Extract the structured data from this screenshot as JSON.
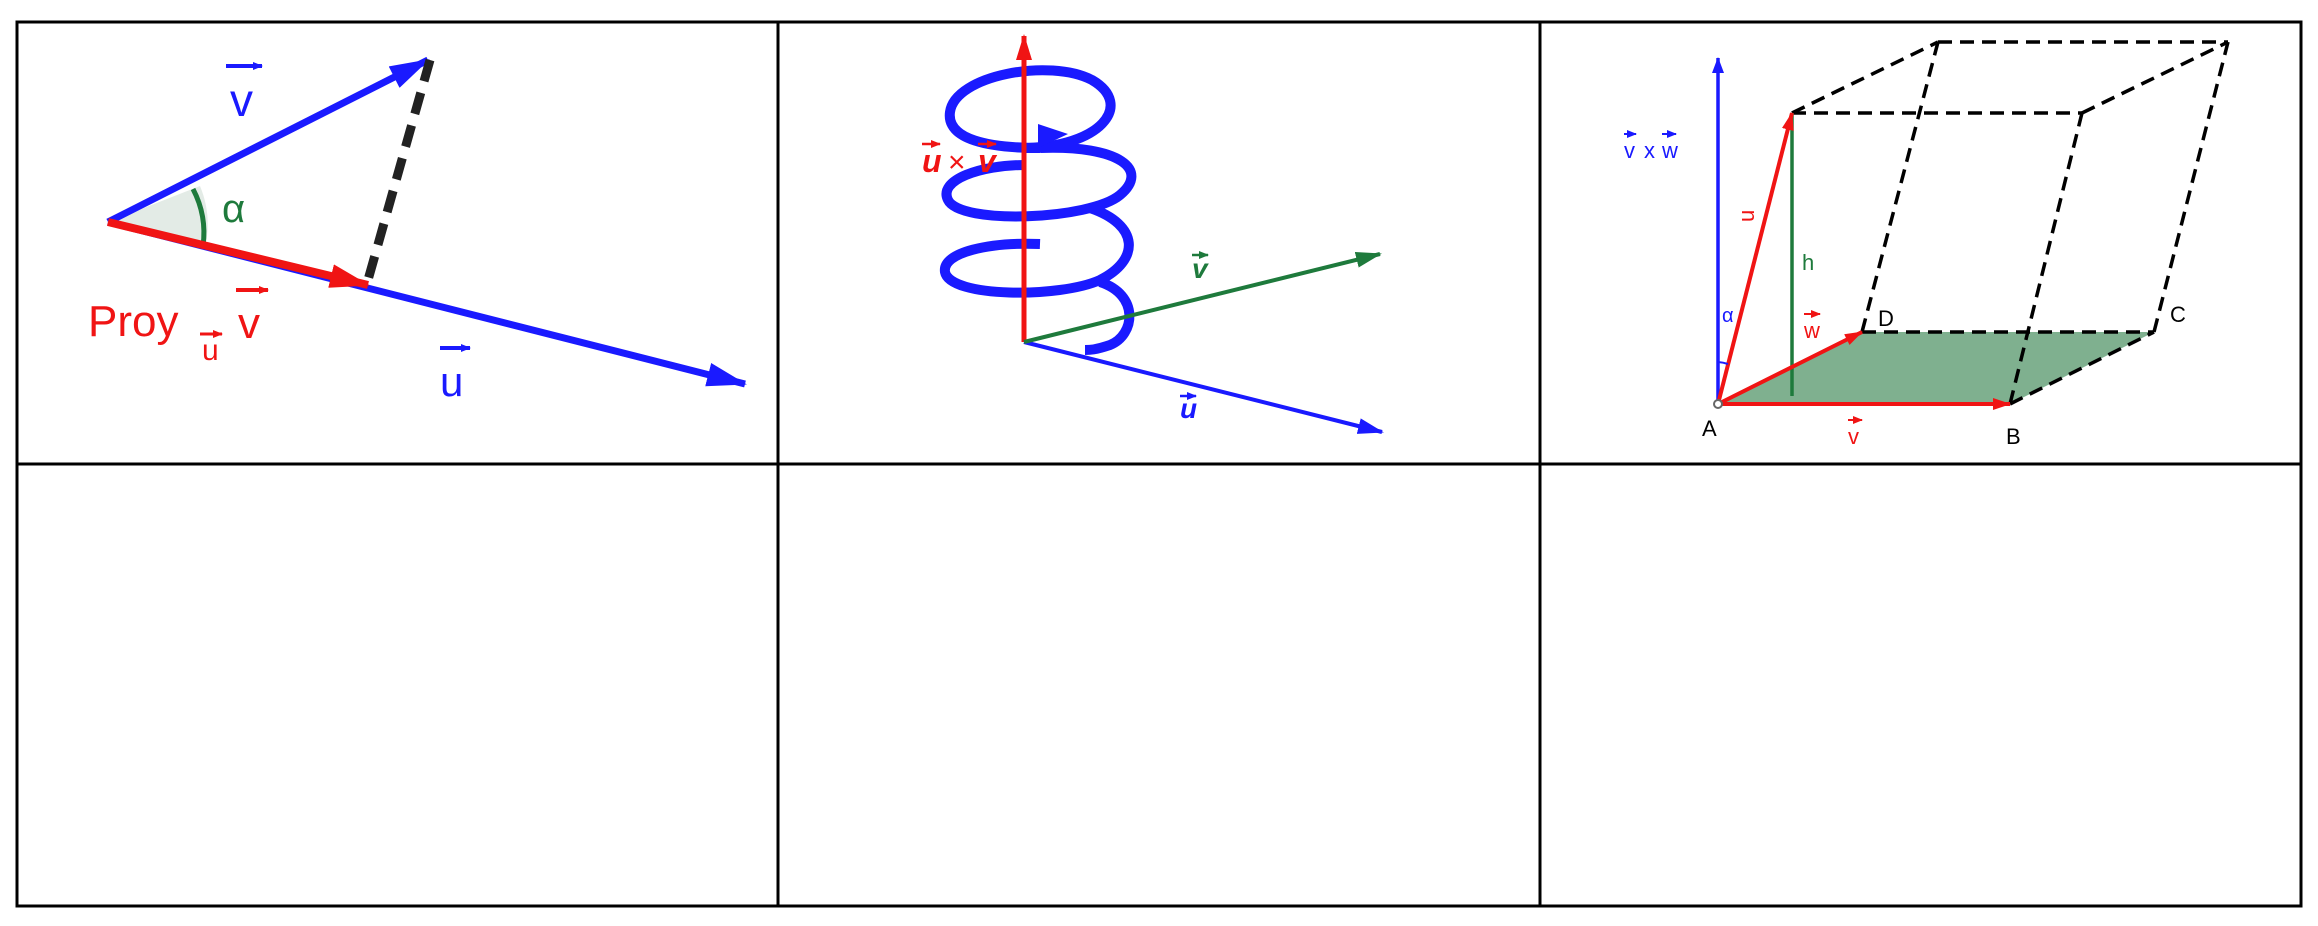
{
  "colors": {
    "blue": "#1a1aff",
    "red": "#f01414",
    "green": "#1e7a3c",
    "fill_green": "#7fb08f",
    "black": "#000000"
  },
  "fig1": {
    "v_label": "v",
    "alpha_label": "α",
    "proy_label": "Proy",
    "proy_sub": "u",
    "proy_vec": "v",
    "u_label": "u"
  },
  "fig2": {
    "cross_u": "u",
    "cross_x": "×",
    "cross_v": "v",
    "v_label": "v",
    "u_label": "u"
  },
  "fig3": {
    "vxw_v": "v",
    "vxw_x": "x",
    "vxw_w": "w",
    "u_label": "u",
    "alpha_label": "α",
    "h_label": "h",
    "w_label": "w",
    "v_label": "v",
    "A": "A",
    "B": "B",
    "C": "C",
    "D": "D"
  }
}
